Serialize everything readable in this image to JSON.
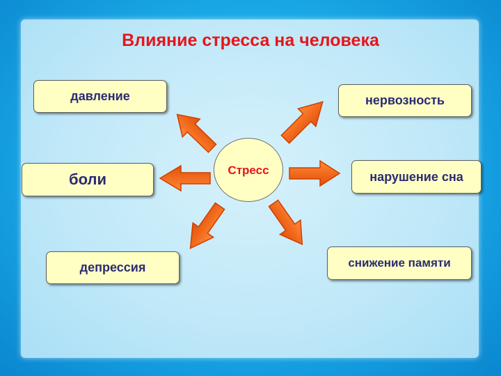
{
  "title": "Влияние стресса на человека",
  "center_label": "Стресс",
  "effects": {
    "davlenie": "давление",
    "boli": "боли",
    "depressiya": "депрессия",
    "nervoznost": "нервозность",
    "narushenie_sna": "нарушение сна",
    "snizhenie_pamyati": "снижение памяти"
  },
  "colors": {
    "title": "#e8141b",
    "box_fill": "#ffffc4",
    "box_text": "#2b2b75",
    "arrow_fill": "#f26b1d",
    "arrow_stroke": "#d13e00"
  }
}
